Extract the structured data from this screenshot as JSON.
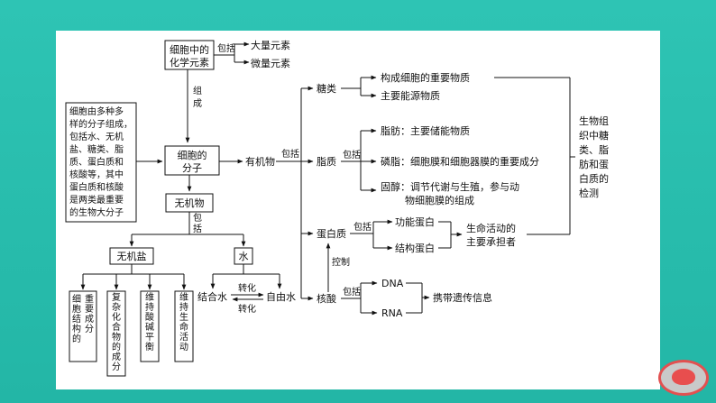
{
  "colors": {
    "background": "#26b9a9",
    "slide": "#ffffff",
    "ink": "#111111",
    "badge_ring": "#e25050"
  },
  "diagram": {
    "cell_elements": "细胞中的化学元素",
    "cell_elements_l1": "细胞中的",
    "cell_elements_l2": "化学元素",
    "includes": "包括",
    "macro": "大量元素",
    "micro": "微量元素",
    "compose_1": "组",
    "compose_2": "成",
    "intro": [
      "细胞由多种多",
      "样的分子组成，",
      "包括水、无机",
      "盐、糖类、脂",
      "质、蛋白质和",
      "核酸等，其中",
      "蛋白质和核酸",
      "是两类最重要",
      "的生物大分子"
    ],
    "cell_molecule_l1": "细胞的",
    "cell_molecule_l2": "分子",
    "organic": "有机物",
    "inorganic": "无机物",
    "inorganic_includes_1": "包",
    "inorganic_includes_2": "括",
    "salt": "无机盐",
    "water": "水",
    "salt_funcs": [
      "细胞结构的重要成分",
      "复杂化合物的成分",
      "维持酸碱平衡",
      "维持生命活动"
    ],
    "bound_water": "结合水",
    "free_water": "自由水",
    "convert": "转化",
    "sugar": "糖类",
    "sugar_1": "构成细胞的重要物质",
    "sugar_2": "主要能源物质",
    "lipid": "脂质",
    "fat": "脂肪：主要储能物质",
    "phospholipid": "磷脂：细胞膜和细胞器膜的重要成分",
    "sterol_1": "固醇：调节代谢与生殖，参与动",
    "sterol_2": "物细胞膜的组成",
    "protein": "蛋白质",
    "functional_protein": "功能蛋白",
    "structural_protein": "结构蛋白",
    "life_carrier_1": "生命活动的",
    "life_carrier_2": "主要承担者",
    "control": "控制",
    "nucleic": "核酸",
    "dna": "DNA",
    "rna": "RNA",
    "genetic_info": "携带遗传信息",
    "detection": [
      "生物组",
      "织中糖",
      "类、脂",
      "肪和蛋",
      "白质的",
      "检测"
    ]
  }
}
